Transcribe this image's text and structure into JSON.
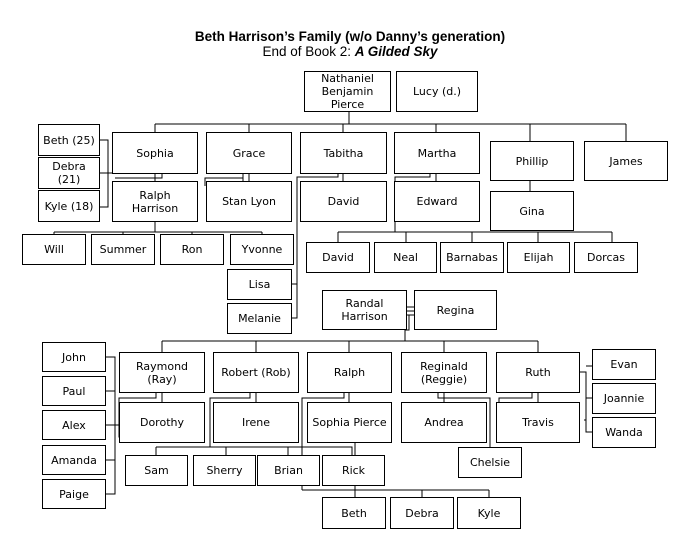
{
  "title": "Beth Harrison’s Family (w/o Danny’s generation)",
  "subtitle_prefix": "End of Book 2: ",
  "subtitle_book": "A Gilded Sky",
  "people": {
    "nathaniel": "Nathaniel Benjamin Pierce",
    "lucy": "Lucy (d.)",
    "beth25": "Beth (25)",
    "debra21": "Debra (21)",
    "kyle18": "Kyle (18)",
    "sophia": "Sophia",
    "grace": "Grace",
    "tabitha": "Tabitha",
    "martha": "Martha",
    "phillip": "Phillip",
    "james": "James",
    "ralph_harrison": "Ralph Harrison",
    "stan_lyon": "Stan Lyon",
    "david_t": "David",
    "edward": "Edward",
    "gina": "Gina",
    "will": "Will",
    "summer": "Summer",
    "ron": "Ron",
    "yvonne": "Yvonne",
    "lisa": "Lisa",
    "melanie": "Melanie",
    "david_m": "David",
    "neal": "Neal",
    "barnabas": "Barnabas",
    "elijah": "Elijah",
    "dorcas": "Dorcas",
    "randal": "Randal Harrison",
    "regina": "Regina",
    "john": "John",
    "paul": "Paul",
    "alex": "Alex",
    "amanda": "Amanda",
    "paige": "Paige",
    "raymond": "Raymond (Ray)",
    "robert": "Robert (Rob)",
    "ralph": "Ralph",
    "reginald": "Reginald (Reggie)",
    "ruth": "Ruth",
    "evan": "Evan",
    "joannie": "Joannie",
    "wanda": "Wanda",
    "dorothy": "Dorothy",
    "irene": "Irene",
    "sophia_pierce": "Sophia Pierce",
    "andrea": "Andrea",
    "travis": "Travis",
    "chelsie": "Chelsie",
    "sam": "Sam",
    "sherry": "Sherry",
    "brian": "Brian",
    "rick": "Rick",
    "beth": "Beth",
    "debra": "Debra",
    "kyle": "Kyle"
  }
}
